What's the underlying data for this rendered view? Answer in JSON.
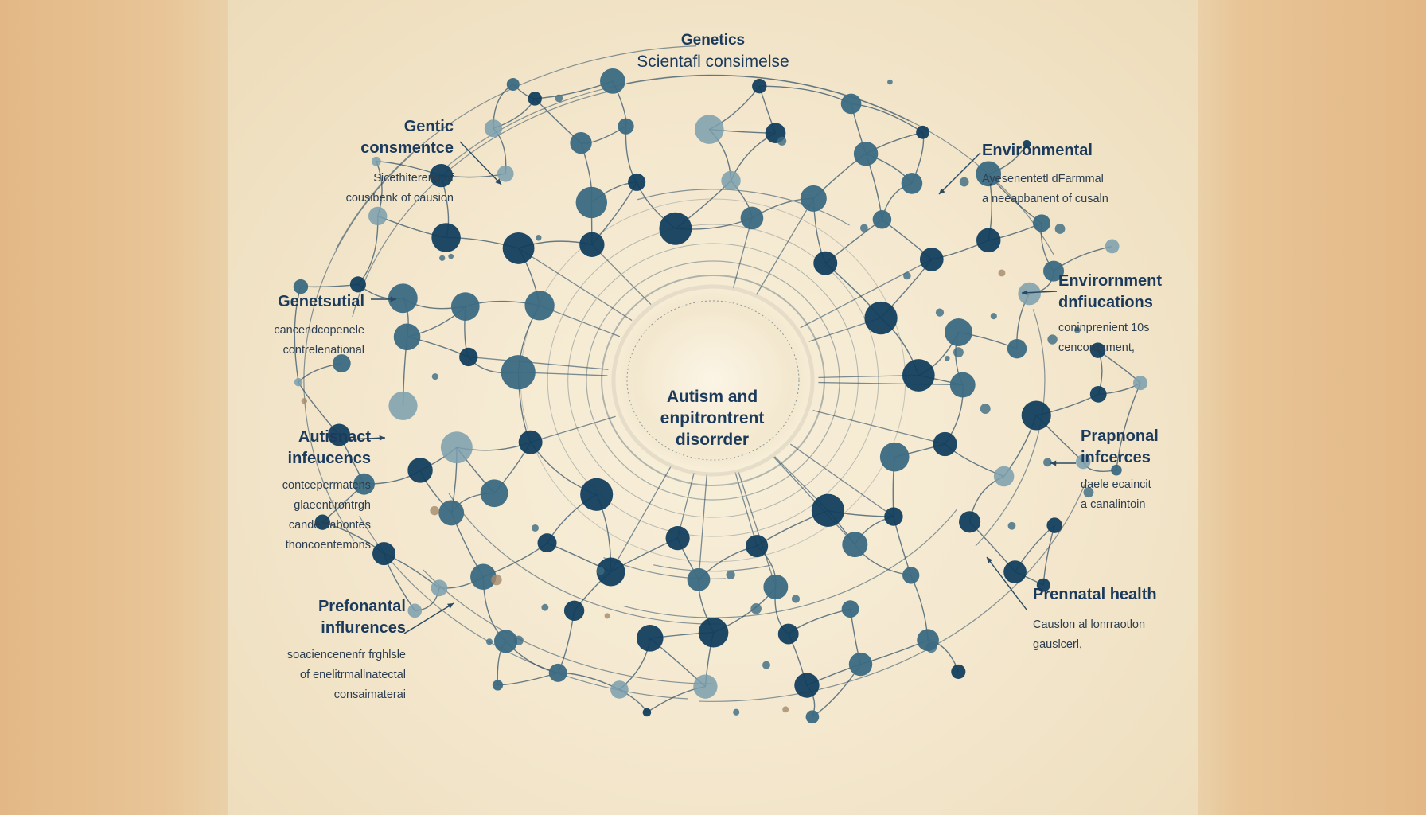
{
  "title": {
    "line1": "Genetics",
    "line2": "Scientafl consimelse"
  },
  "center_label": {
    "line1": "Autism and",
    "line2": "enpitrontrent",
    "line3": "disorrder"
  },
  "labels": [
    {
      "id": "genetic-consequence",
      "side": "left",
      "head": [
        "Gentic",
        "consmentce"
      ],
      "sub": [
        "Sicethiterend of",
        "cousibenk of causion"
      ]
    },
    {
      "id": "genetsutial",
      "side": "left",
      "head": [
        "Genetsutial"
      ],
      "sub": [
        "cancendcopenele",
        "contrelenational"
      ]
    },
    {
      "id": "autisnact-influences",
      "side": "left",
      "head": [
        "Autisnact",
        "infeucencs"
      ],
      "sub": [
        "contcepermatens",
        "glaeentirontrgh",
        "candemabontes",
        "thoncoentemons"
      ]
    },
    {
      "id": "prefonantal-influences",
      "side": "left",
      "head": [
        "Prefonantal",
        "influrences"
      ],
      "sub": [
        "soaciencenenfr frghlsle",
        "of enelitrmallnatectal",
        "consaimaterai"
      ]
    },
    {
      "id": "environmental",
      "side": "right",
      "head": [
        "Environmental"
      ],
      "sub": [
        "Ayesenentetl dFarmmal",
        "a neeapbanent of cusaln"
      ]
    },
    {
      "id": "environment-influences",
      "side": "right",
      "head": [
        "Envirornment",
        "dnfiucations"
      ],
      "sub": [
        "coninprenient 10s",
        "cencoronment,"
      ]
    },
    {
      "id": "prapnonal-inferences",
      "side": "right",
      "head": [
        "Prapnonal",
        "infcerces"
      ],
      "sub": [
        "daele ecaincit",
        "a canalintoin"
      ]
    },
    {
      "id": "prenatal-health",
      "side": "right",
      "head": [
        "Prennatal health"
      ],
      "sub": [
        "Causlon al lonrraotlon",
        "gauslcerl,"
      ]
    }
  ],
  "colors": {
    "node_dark": "#123f5e",
    "node_mid": "#3b6a82",
    "node_light": "#7a9fae",
    "edge": "#2a4a62",
    "text": "#1b3a5c"
  }
}
